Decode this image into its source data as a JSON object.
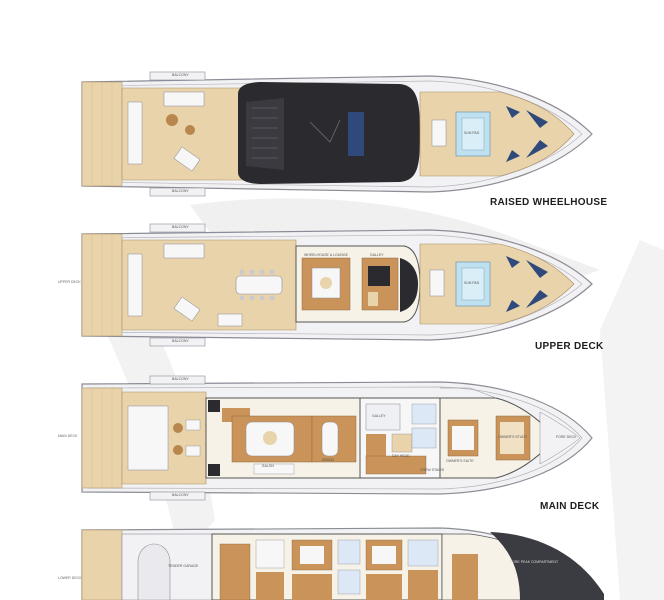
{
  "colors": {
    "teak": "#e9d3ab",
    "teak_dark": "#d4b98a",
    "hull": "#f2f2f4",
    "hull_stroke": "#8c8c96",
    "wood": "#c9935a",
    "roof": "#2b2b2f",
    "glass": "#2f4a7a",
    "pool": "#bfe0ef",
    "label": "#1e1e1e"
  },
  "decks": [
    {
      "title": "RAISED WHEELHOUSE",
      "small_labels": {
        "balcony_top": "BALCONY",
        "balcony_bottom": "BALCONY",
        "side": "",
        "pool": "SUN PAD"
      }
    },
    {
      "title": "UPPER DECK",
      "small_labels": {
        "balcony_top": "BALCONY",
        "balcony_bottom": "BALCONY",
        "side": "UPPER DECK",
        "pool": "SUN PAD",
        "room1": "WHEELHOUSE & LOUNGE",
        "room2": "GALLEY"
      }
    },
    {
      "title": "MAIN DECK",
      "small_labels": {
        "balcony_top": "BALCONY",
        "balcony_bottom": "BALCONY",
        "side": "MAIN DECK",
        "salon": "SALON",
        "dining": "DINING",
        "galley": "GALLEY",
        "owner": "OWNER'S SUITE",
        "study": "OWNER'S STUDY",
        "lobby": "DAY HEAD",
        "crew": "CREW STAIRS",
        "fore": "FORE DECK"
      }
    },
    {
      "title": "",
      "small_labels": {
        "side": "LOWER DECK",
        "tender": "TENDER GARAGE",
        "fore": "FORE PEAK COMPARTMENT"
      }
    }
  ]
}
